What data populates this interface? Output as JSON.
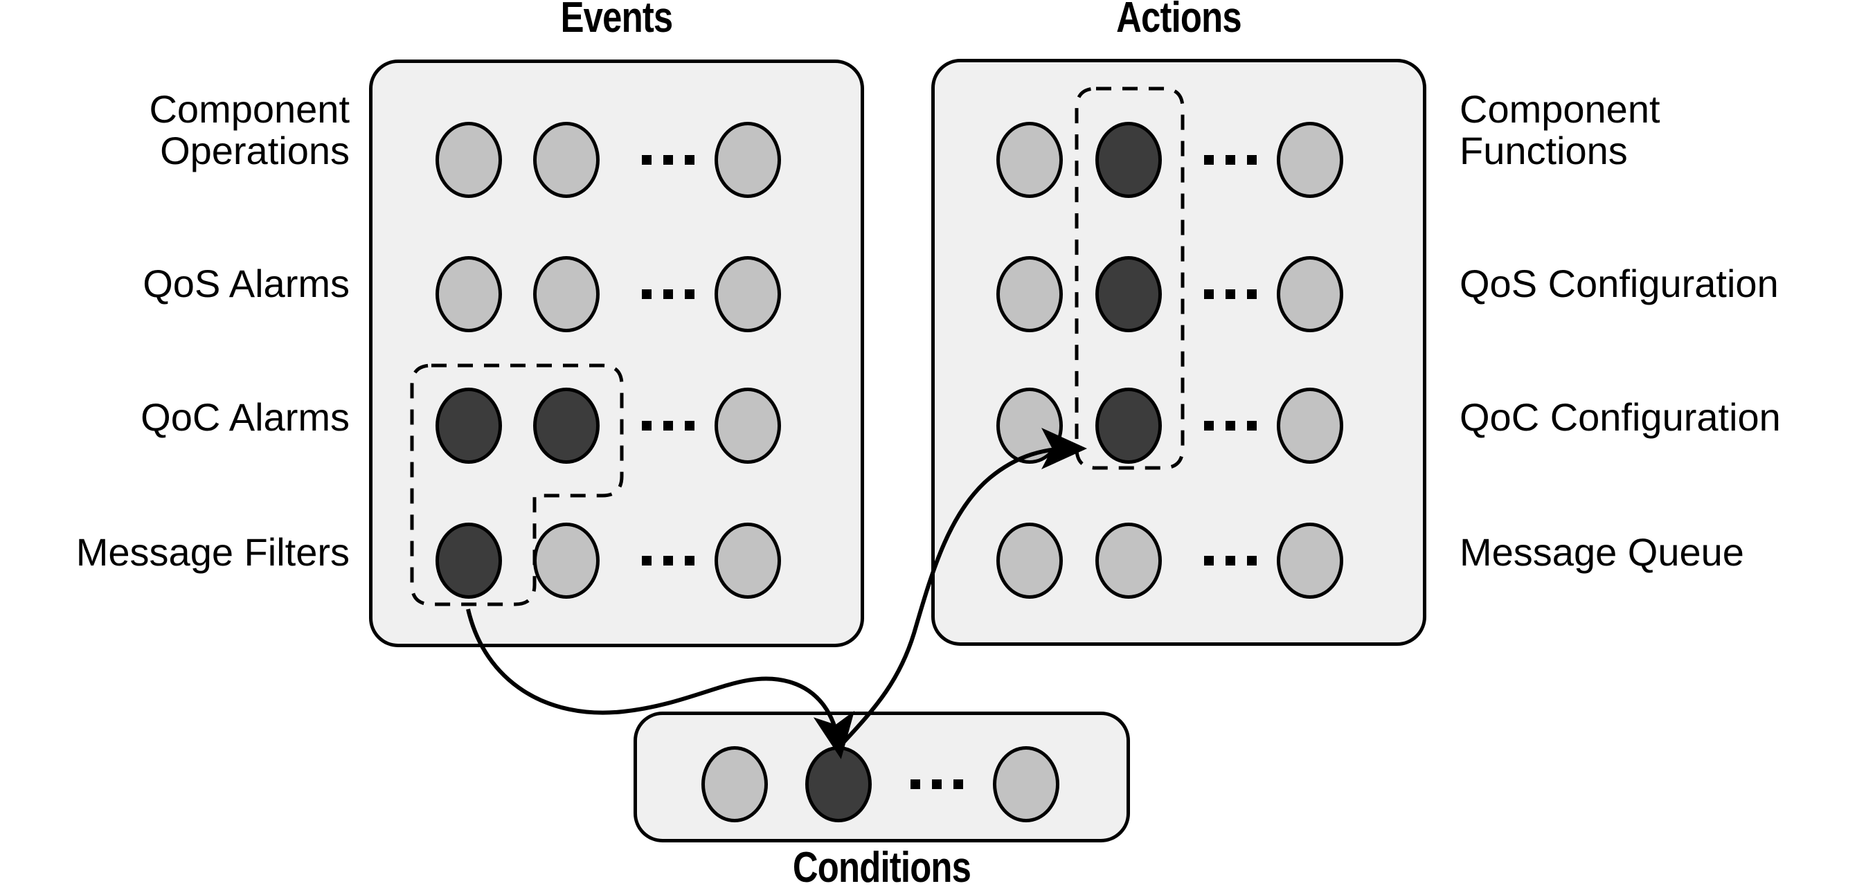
{
  "diagram": {
    "title_events": "Events",
    "title_actions": "Actions",
    "title_conditions": "Conditions",
    "ellipsis": "...",
    "colors": {
      "panel_fill": "#f0f0f0",
      "panel_stroke": "#000000",
      "node_light": "#c2c2c2",
      "node_dark": "#3c3c3c",
      "selection_stroke": "#000000",
      "arrow_stroke": "#000000",
      "background": "#ffffff"
    }
  },
  "events": {
    "title": "Events",
    "rows": [
      {
        "label": "Component\nOperations",
        "nodes": [
          "light",
          "light",
          "ellipsis",
          "light"
        ]
      },
      {
        "label": "QoS Alarms",
        "nodes": [
          "light",
          "light",
          "ellipsis",
          "light"
        ]
      },
      {
        "label": "QoC Alarms",
        "nodes": [
          "dark",
          "dark",
          "ellipsis",
          "light"
        ]
      },
      {
        "label": "Message Filters",
        "nodes": [
          "dark",
          "light",
          "ellipsis",
          "light"
        ]
      }
    ],
    "selection_shape": "L-shaped dashed region enclosing QoC Alarms columns 1-2 and Message Filters column 1"
  },
  "actions": {
    "title": "Actions",
    "rows": [
      {
        "label": "Component\nFunctions",
        "nodes": [
          "light",
          "dark",
          "ellipsis",
          "light"
        ]
      },
      {
        "label": "QoS Configuration",
        "nodes": [
          "light",
          "dark",
          "ellipsis",
          "light"
        ]
      },
      {
        "label": "QoC Configuration",
        "nodes": [
          "light",
          "dark",
          "ellipsis",
          "light"
        ]
      },
      {
        "label": "Message Queue",
        "nodes": [
          "light",
          "light",
          "ellipsis",
          "light"
        ]
      }
    ],
    "selection_shape": "vertical dashed region enclosing column 2 across rows 1-3"
  },
  "conditions": {
    "title": "Conditions",
    "nodes": [
      "light",
      "dark",
      "ellipsis",
      "light"
    ]
  },
  "connectors": [
    {
      "name": "events-to-conditions",
      "from": "events-selection",
      "to": "conditions-dark-node",
      "arrowhead": "end"
    },
    {
      "name": "conditions-to-actions",
      "from": "conditions-dark-node",
      "to": "actions-selection",
      "arrowhead": "end"
    }
  ]
}
